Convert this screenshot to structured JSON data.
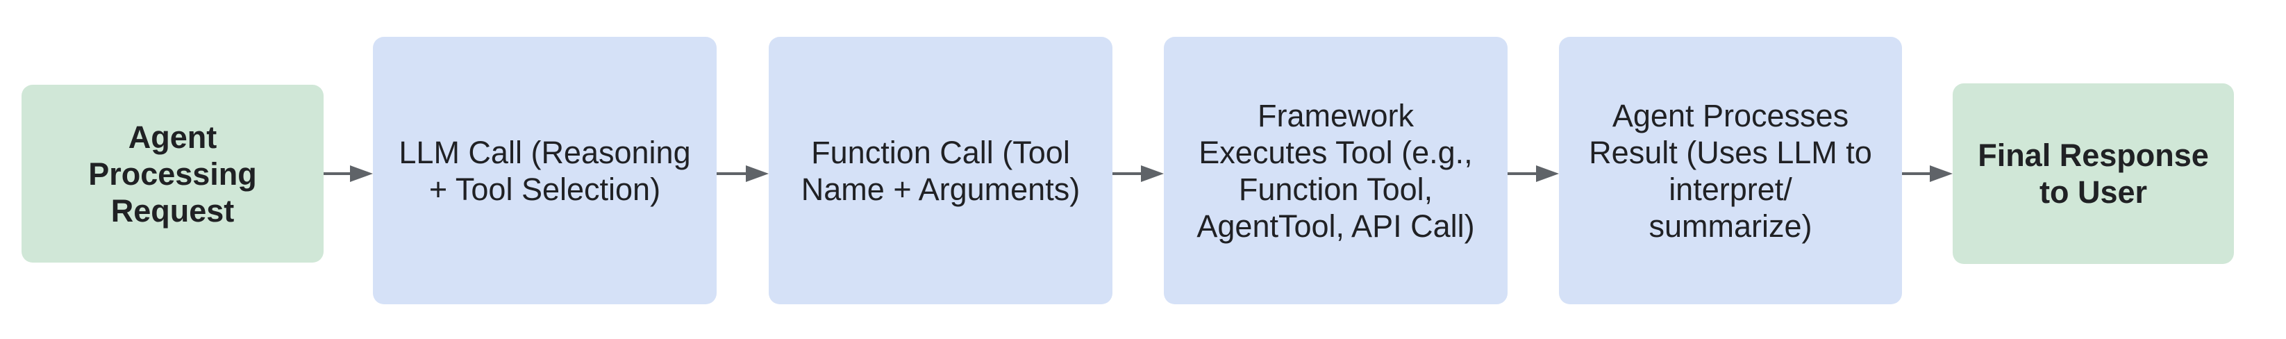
{
  "diagram": {
    "type": "flowchart",
    "direction": "left-to-right",
    "colors": {
      "terminal_fill": "#d0e7d7",
      "process_fill": "#d5e1f7",
      "text": "#202124",
      "arrow": "#5f6368",
      "background": "#ffffff"
    },
    "nodes": [
      {
        "id": "agent-processing-request",
        "kind": "terminal",
        "label": "Agent\nProcessing\nRequest"
      },
      {
        "id": "llm-call",
        "kind": "process",
        "label": "LLM Call (Reasoning\n+ Tool Selection)"
      },
      {
        "id": "function-call",
        "kind": "process",
        "label": "Function Call (Tool\nName + Arguments)"
      },
      {
        "id": "framework-executes-tool",
        "kind": "process",
        "label": "Framework\nExecutes Tool (e.g.,\nFunction Tool,\nAgentTool, API Call)"
      },
      {
        "id": "agent-processes-result",
        "kind": "process",
        "label": "Agent Processes\nResult (Uses LLM to\ninterpret/\nsummarize)"
      },
      {
        "id": "final-response-to-user",
        "kind": "terminal",
        "label": "Final Response\nto User"
      }
    ],
    "edges": [
      {
        "from": "agent-processing-request",
        "to": "llm-call"
      },
      {
        "from": "llm-call",
        "to": "function-call"
      },
      {
        "from": "function-call",
        "to": "framework-executes-tool"
      },
      {
        "from": "framework-executes-tool",
        "to": "agent-processes-result"
      },
      {
        "from": "agent-processes-result",
        "to": "final-response-to-user"
      }
    ]
  }
}
